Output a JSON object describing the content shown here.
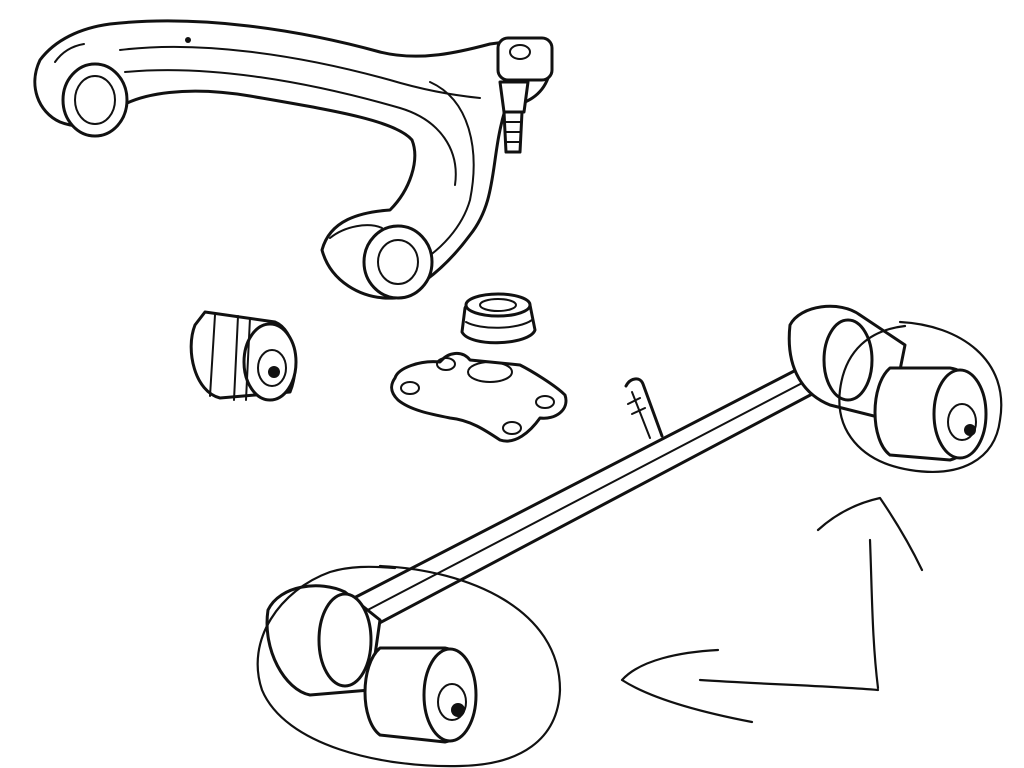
{
  "diagram": {
    "subject": "suspension-arm-exploded-view",
    "parts": [
      {
        "id": "upper-control-arm",
        "icon": "control-arm-icon"
      },
      {
        "id": "arm-bushing",
        "icon": "bushing-icon"
      },
      {
        "id": "ball-joint-boot",
        "icon": "boot-icon"
      },
      {
        "id": "ball-joint-flange",
        "icon": "flange-plate-icon"
      },
      {
        "id": "cotter-pin",
        "icon": "pin-icon"
      },
      {
        "id": "lateral-link",
        "icon": "link-rod-icon"
      }
    ],
    "annotations": [
      {
        "id": "circle-rear-bushing",
        "kind": "hand-drawn-circle"
      },
      {
        "id": "circle-front-bushing",
        "kind": "hand-drawn-circle"
      },
      {
        "id": "arrow-to-front-bushing",
        "kind": "hand-drawn-arrow"
      },
      {
        "id": "arrow-to-rear-bushing",
        "kind": "hand-drawn-arrow"
      }
    ],
    "colors": {
      "ink": "#111111",
      "paper": "#ffffff"
    }
  }
}
